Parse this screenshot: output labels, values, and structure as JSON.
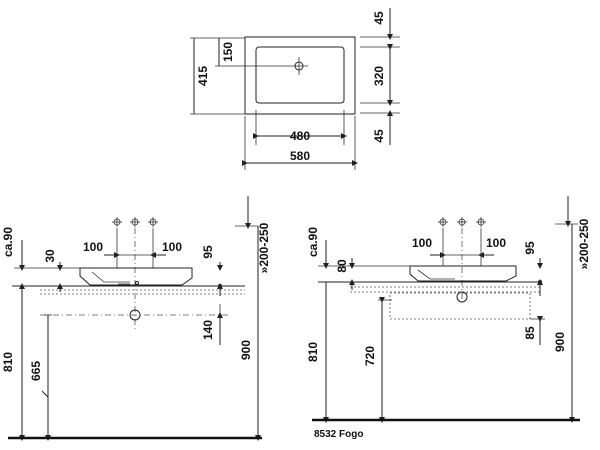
{
  "plan": {
    "dims": {
      "top_margin": "45",
      "inner_depth": "150",
      "outer_depth": "415",
      "basin_depth": "320",
      "bottom_margin": "45",
      "inner_width": "480",
      "outer_width": "580"
    }
  },
  "left_elevation": {
    "dims": {
      "ca": "ca.90",
      "rim_offset": "30",
      "tap_left": "100",
      "tap_right": "100",
      "back_offset": "95",
      "wall_range": "»200-250",
      "drain_height": "140",
      "counter_height": "810",
      "siphon": "665",
      "total_height": "900"
    }
  },
  "right_elevation": {
    "dims": {
      "ca": "ca.90",
      "rim_offset": "80",
      "tap_left": "100",
      "tap_right": "100",
      "back_offset": "95",
      "wall_range": "»200-250",
      "counter_height": "810",
      "unit_height": "720",
      "drawer_offset": "85",
      "total_height": "900"
    },
    "caption": "8532 Fogo"
  }
}
